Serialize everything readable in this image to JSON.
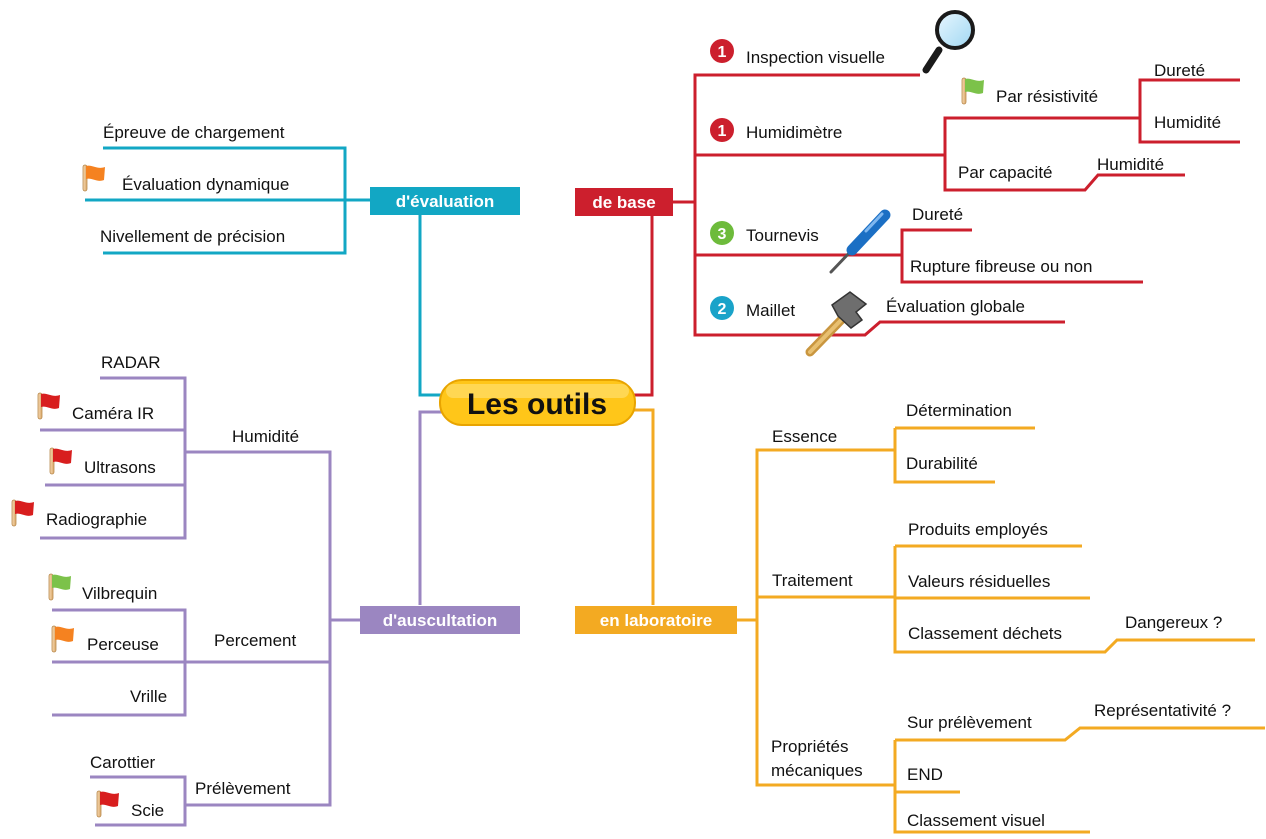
{
  "center": "Les outils",
  "colors": {
    "base": "#cc1f2d",
    "evaluation": "#12a7c4",
    "auscultation": "#9b86c1",
    "laboratoire": "#f3aa22",
    "center_fill": "#ffc619",
    "flag_red": "#d81e1e",
    "flag_green": "#7cc24a",
    "flag_orange": "#f58220",
    "badge_red": "#cc1f2d",
    "badge_green": "#6dbb3b",
    "badge_blue": "#1aa3c9"
  },
  "base": {
    "title": "de base",
    "inspection": {
      "label": "Inspection visuelle",
      "badge": "1",
      "icon": "magnifier-icon"
    },
    "humidimetre": {
      "label": "Humidimètre",
      "badge": "1",
      "resistivite": {
        "label": "Par résistivité",
        "flag": "green",
        "items": [
          "Dureté",
          "Humidité"
        ]
      },
      "capacite": {
        "label": "Par capacité",
        "items": [
          "Humidité"
        ]
      }
    },
    "tournevis": {
      "label": "Tournevis",
      "badge": "3",
      "icon": "screwdriver-icon",
      "items": [
        "Dureté",
        "Rupture fibreuse ou non"
      ]
    },
    "maillet": {
      "label": "Maillet",
      "badge": "2",
      "icon": "hammer-icon",
      "items": [
        "Évaluation globale"
      ]
    }
  },
  "evaluation": {
    "title": "d'évaluation",
    "items": [
      {
        "label": "Épreuve de chargement"
      },
      {
        "label": "Évaluation dynamique",
        "flag": "orange"
      },
      {
        "label": "Nivellement de précision"
      }
    ]
  },
  "auscultation": {
    "title": "d'auscultation",
    "humidite": {
      "label": "Humidité",
      "items": [
        {
          "label": "RADAR"
        },
        {
          "label": "Caméra IR",
          "flag": "red"
        },
        {
          "label": "Ultrasons",
          "flag": "red"
        },
        {
          "label": "Radiographie",
          "flag": "red"
        }
      ]
    },
    "percement": {
      "label": "Percement",
      "items": [
        {
          "label": "Vilbrequin",
          "flag": "green"
        },
        {
          "label": "Perceuse",
          "flag": "orange"
        },
        {
          "label": "Vrille"
        }
      ]
    },
    "prelevement": {
      "label": "Prélèvement",
      "items": [
        {
          "label": "Carottier"
        },
        {
          "label": "Scie",
          "flag": "red"
        }
      ]
    }
  },
  "laboratoire": {
    "title": "en laboratoire",
    "essence": {
      "label": "Essence",
      "items": [
        "Détermination",
        "Durabilité"
      ]
    },
    "traitement": {
      "label": "Traitement",
      "items": [
        "Produits employés",
        "Valeurs résiduelles",
        "Classement déchets"
      ],
      "dangereux": "Dangereux ?"
    },
    "proprietes": {
      "label_line1": "Propriétés",
      "label_line2": "mécaniques",
      "items": [
        "Sur prélèvement",
        "END",
        "Classement visuel"
      ],
      "representativite": "Représentativité ?"
    }
  }
}
